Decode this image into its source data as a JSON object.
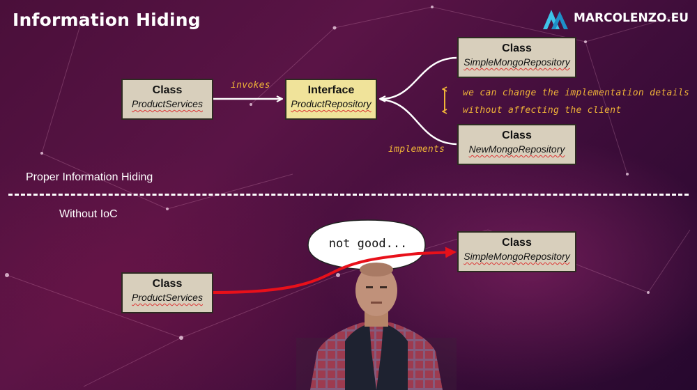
{
  "slide": {
    "title": "Information Hiding",
    "logo_text": "MARCOLENZO.EU",
    "logo_icon": "mountain-logo-icon"
  },
  "top": {
    "client": {
      "kind": "Class",
      "name": "ProductServices"
    },
    "interface": {
      "kind": "Interface",
      "name": "ProductRepository"
    },
    "impl1": {
      "kind": "Class",
      "name": "SimpleMongoRepository"
    },
    "impl2": {
      "kind": "Class",
      "name": "NewMongoRepository"
    },
    "invokes_label": "invokes",
    "implements_label": "implements",
    "note_line1": "we can change the implementation details",
    "note_line2": "without affecting the client",
    "section_label": "Proper Information Hiding"
  },
  "bottom": {
    "section_label": "Without IoC",
    "client": {
      "kind": "Class",
      "name": "ProductServices"
    },
    "impl": {
      "kind": "Class",
      "name": "SimpleMongoRepository"
    },
    "bubble_text": "not good..."
  },
  "colors": {
    "arrow_white": "#ffffff",
    "arrow_red": "#e8101a",
    "note_orange": "#f0b438",
    "box_fill": "#d8cfbc",
    "interface_fill": "#f0e39a"
  }
}
